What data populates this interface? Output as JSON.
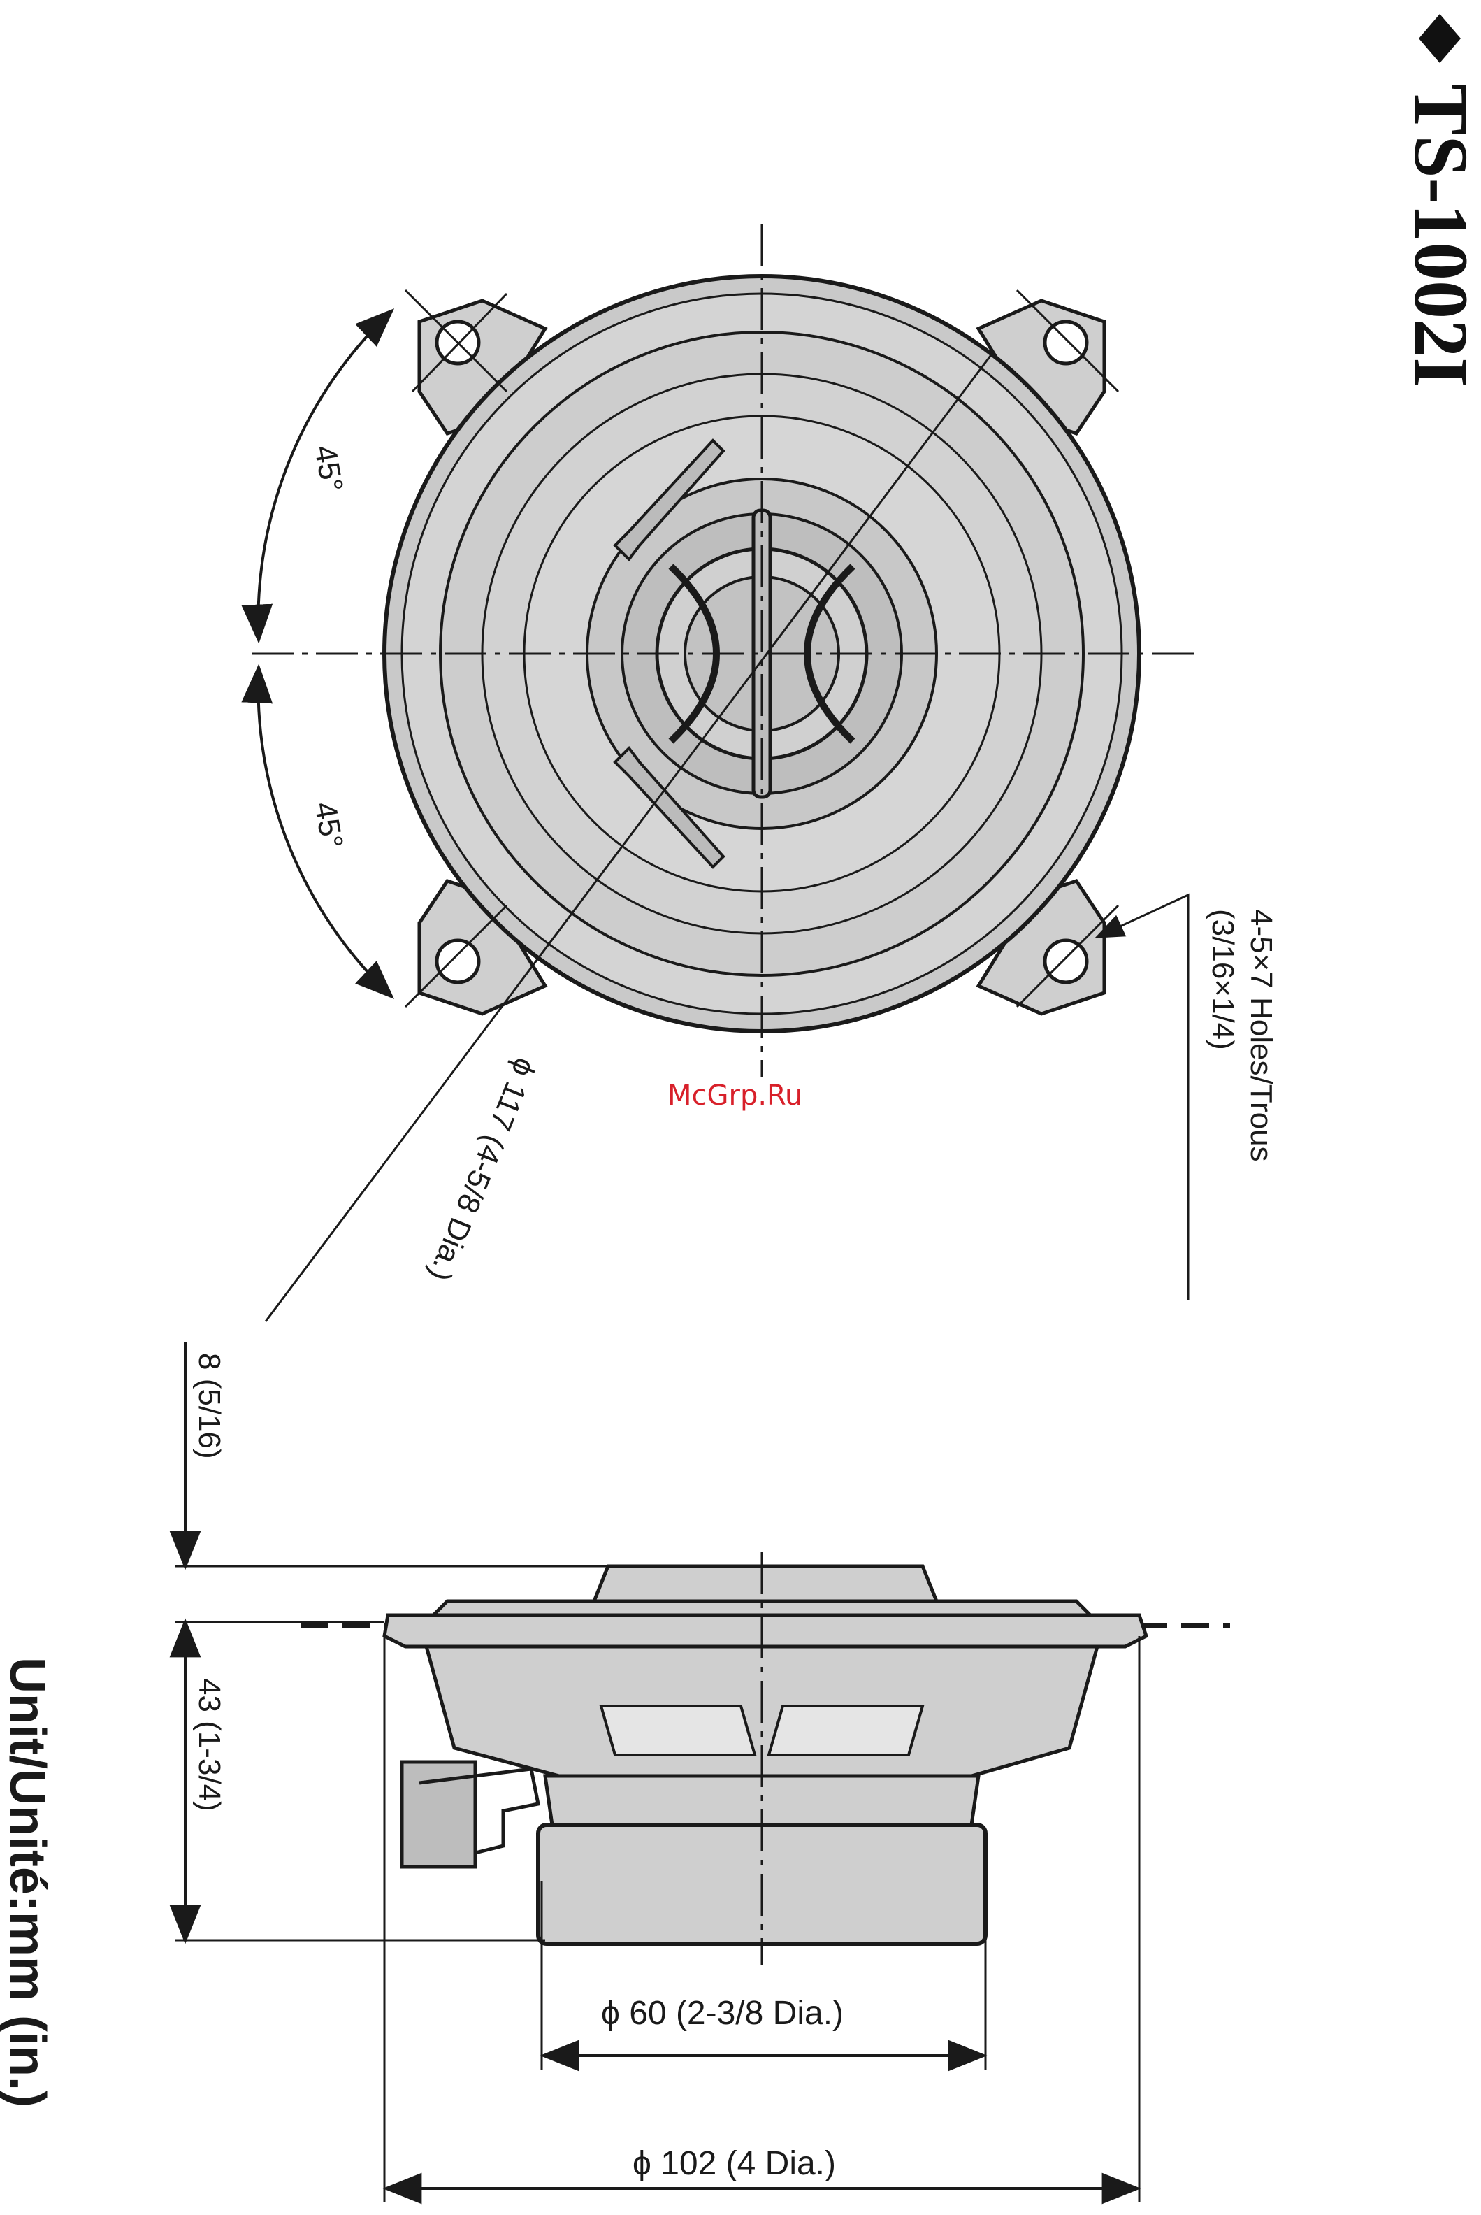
{
  "model": "TS-1002I",
  "watermark": "McGrp.Ru",
  "unit_label": "Unit/Unité:mm (in.)",
  "dimensions": {
    "angle_top": "45°",
    "angle_bottom": "45°",
    "cutout_dia": "ϕ 117 (4-5/8 Dia.)",
    "holes_line1": "4-5×7 Holes/Trous",
    "holes_line2": "(3/16×1/4)",
    "mount_depth": "8 (5/16)",
    "total_depth": "43 (1-3/4)",
    "magnet_dia": "ϕ 60 (2-3/8 Dia.)",
    "frame_dia": "ϕ 102 (4 Dia.)"
  }
}
